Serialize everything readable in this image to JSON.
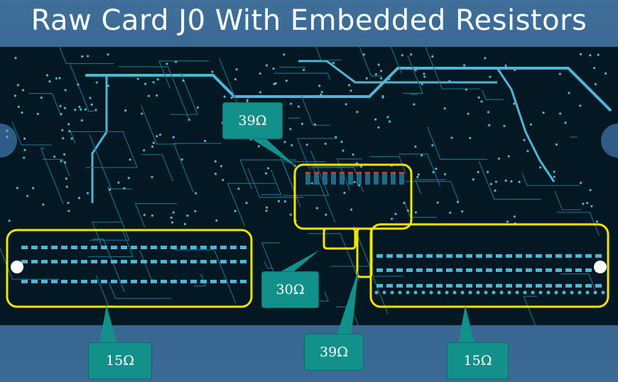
{
  "title": "Raw Card J0 With Embedded Resistors",
  "callouts": {
    "top_center": "39Ω",
    "middle_left": "30Ω",
    "bottom_center": "39Ω",
    "bottom_left": "15Ω",
    "bottom_right": "15Ω"
  },
  "colors": {
    "board": "#031822",
    "trace": "#4fb6d6",
    "highlight": "#f2e600",
    "callout": "#12908a",
    "background": "#2f5c86"
  }
}
